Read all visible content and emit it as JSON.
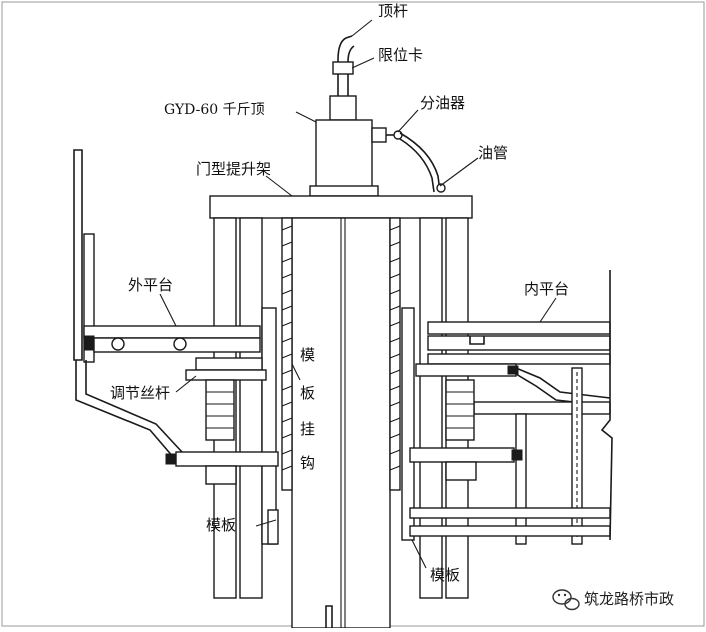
{
  "labels": {
    "top_rod": "顶杆",
    "limit_clip": "限位卡",
    "jack": "GYD-60 千斤顶",
    "oil_divider": "分油器",
    "oil_pipe": "油管",
    "gantry_frame": "门型提升架",
    "outer_platform": "外平台",
    "inner_platform": "内平台",
    "adjust_screw": "调节丝杆",
    "formwork_hook_1": "模",
    "formwork_hook_2": "板",
    "formwork_hook_3": "挂",
    "formwork_hook_4": "钩",
    "formwork_left": "模板",
    "formwork_right": "模板"
  },
  "watermark": {
    "text": "筑龙路桥市政"
  },
  "colors": {
    "line": "#1a1a1a",
    "background": "#ffffff"
  }
}
